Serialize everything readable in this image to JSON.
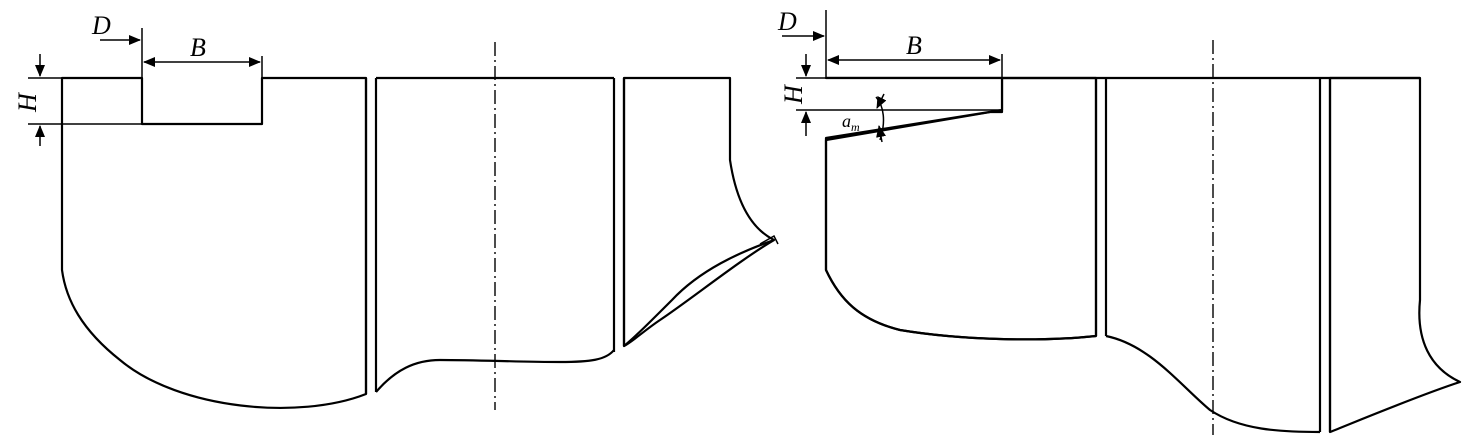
{
  "figure": {
    "left_panel": {
      "labels": {
        "D": "D",
        "B": "B",
        "H": "H"
      }
    },
    "right_panel": {
      "labels": {
        "D": "D",
        "B": "B",
        "H": "H",
        "angle": "a",
        "angle_subscript": "m"
      }
    },
    "colors": {
      "line": "#000000",
      "background": "#ffffff"
    }
  }
}
